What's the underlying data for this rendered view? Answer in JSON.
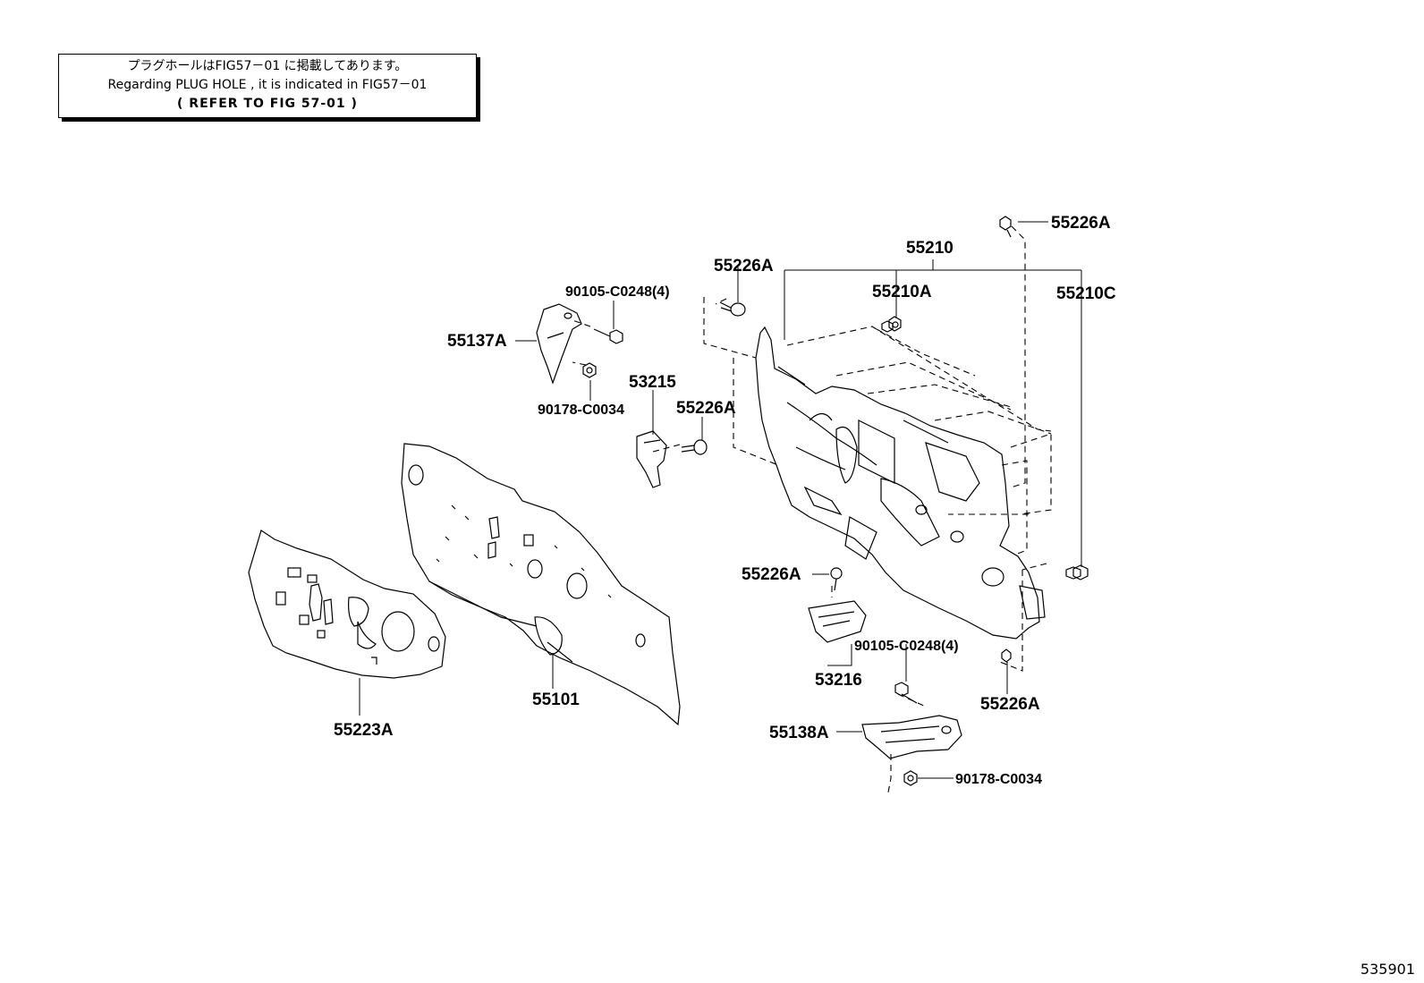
{
  "note": {
    "line_jp": "プラグホールはFIG57－01 に掲載してあります。",
    "line_en": "Regarding PLUG HOLE , it is indicated in FIG57－01",
    "line_ref": "(   REFER TO FIG 57-01   )"
  },
  "parts": {
    "p55226A_top_right": "55226A",
    "p55210": "55210",
    "p55226A_upper_left": "55226A",
    "p90105_upper": "90105-C0248(4)",
    "p55210A": "55210A",
    "p55210C": "55210C",
    "p55137A": "55137A",
    "p53215": "53215",
    "p90178_upper": "90178-C0034",
    "p55226A_mid": "55226A",
    "p55226A_lower_left": "55226A",
    "p90105_lower": "90105-C0248(4)",
    "p53216": "53216",
    "p55226A_lower_right": "55226A",
    "p55101": "55101",
    "p55223A": "55223A",
    "p55138A": "55138A",
    "p90178_lower": "90178-C0034"
  },
  "figure_number": "535901"
}
